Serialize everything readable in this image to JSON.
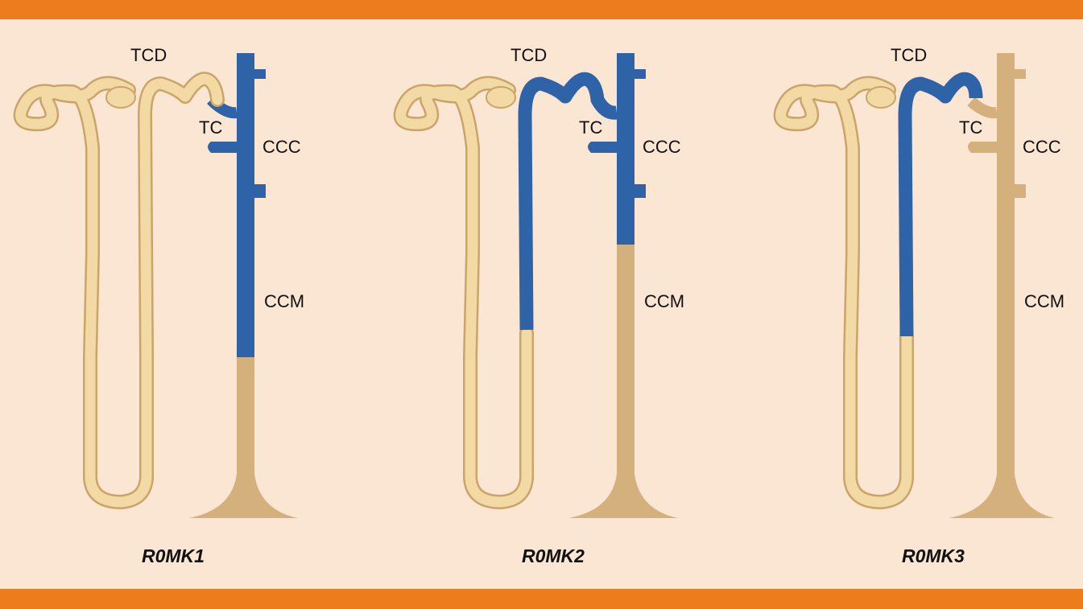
{
  "colors": {
    "band": "#ed7d1c",
    "background": "#fbe5d3",
    "tubule_light": "#f3d9a4",
    "tubule_outline": "#c9a56a",
    "duct_tan": "#d4b07c",
    "expressed_blue": "#2f63a8"
  },
  "panels": [
    {
      "title": "R0MK1",
      "labels": {
        "tcd": "TCD",
        "tc": "TC",
        "ccc": "CCC",
        "ccm": "CCM"
      },
      "blue_segments": [
        "TC",
        "CCC",
        "CCM"
      ]
    },
    {
      "title": "R0MK2",
      "labels": {
        "tcd": "TCD",
        "tc": "TC",
        "ccc": "CCC",
        "ccm": "CCM"
      },
      "blue_segments": [
        "TCD",
        "TC",
        "CCC",
        "thick ascending limb"
      ]
    },
    {
      "title": "R0MK3",
      "labels": {
        "tcd": "TCD",
        "tc": "TC",
        "ccc": "CCC",
        "ccm": "CCM"
      },
      "blue_segments": [
        "TCD",
        "thick ascending limb"
      ]
    }
  ]
}
